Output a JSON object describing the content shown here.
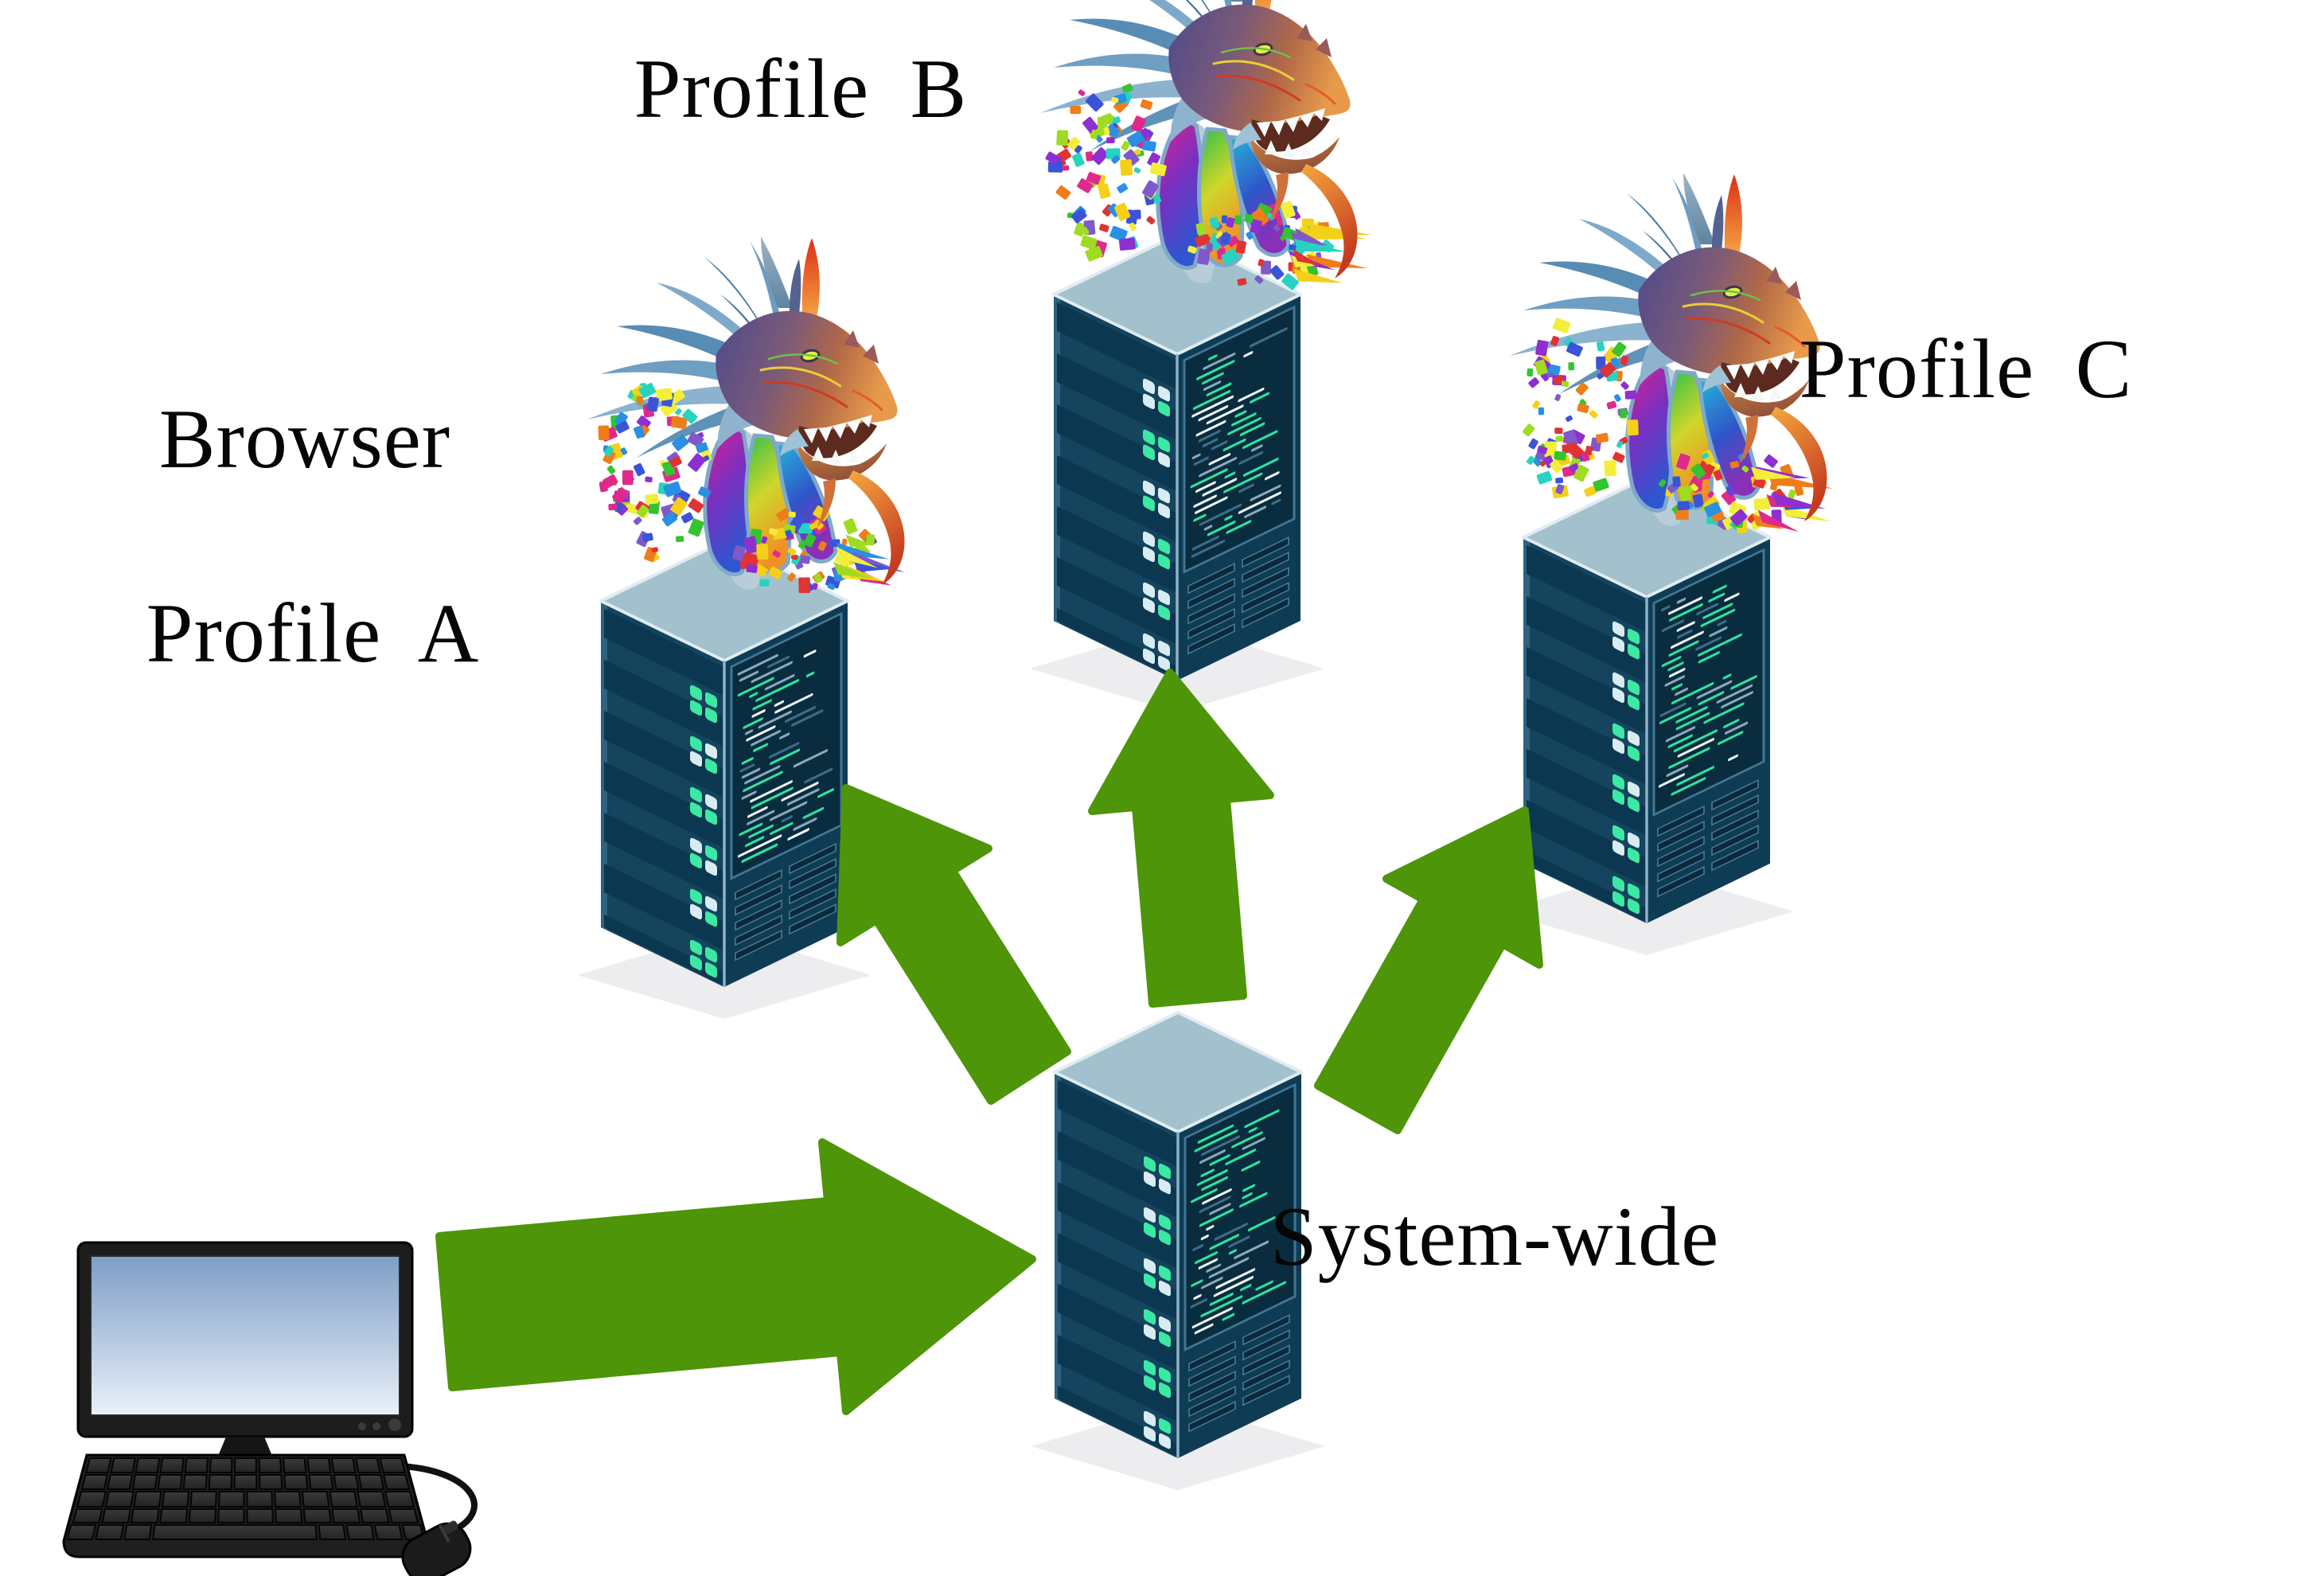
{
  "diagram": {
    "title_context": "Browser profile isolation diagram",
    "labels": {
      "profile_b": "Profile B",
      "browser": "Browser",
      "profile_a": "Profile A",
      "profile_c": "Profile C",
      "system_wide": "System-wide"
    },
    "nodes": [
      {
        "id": "computer",
        "type": "desktop-computer",
        "label": ""
      },
      {
        "id": "system",
        "type": "server-tower",
        "label": "System-wide"
      },
      {
        "id": "profile-a",
        "type": "server-tower-with-dragon",
        "label": "Browser Profile A"
      },
      {
        "id": "profile-b",
        "type": "server-tower-with-dragon",
        "label": "Profile B"
      },
      {
        "id": "profile-c",
        "type": "server-tower-with-dragon",
        "label": "Profile C"
      }
    ],
    "edges": [
      {
        "from": "computer",
        "to": "system"
      },
      {
        "from": "system",
        "to": "profile-a"
      },
      {
        "from": "system",
        "to": "profile-b"
      },
      {
        "from": "system",
        "to": "profile-c"
      }
    ],
    "colors": {
      "arrow_green": "#4e9509",
      "server_top": "#a3c0cd",
      "server_face_left": "#14445e",
      "server_face_right": "#0f3c55",
      "server_band_dark": "#0c3750",
      "panel_bg": "#0a2c3f",
      "panel_border": "#437693",
      "code_green": "#2ee3a0",
      "code_white": "#edf6f8",
      "code_slate": "#8aa9ba",
      "code_dim": "#3f6d87",
      "led_green": "#3ce9a4",
      "led_blue": "#d8ecf2",
      "edge_light": "#dfecf2",
      "shadow": "#ededef",
      "screen_blue_top": "#7d9ec6",
      "screen_blue_bottom": "#eaf1f9",
      "text_black": "#060606"
    }
  }
}
